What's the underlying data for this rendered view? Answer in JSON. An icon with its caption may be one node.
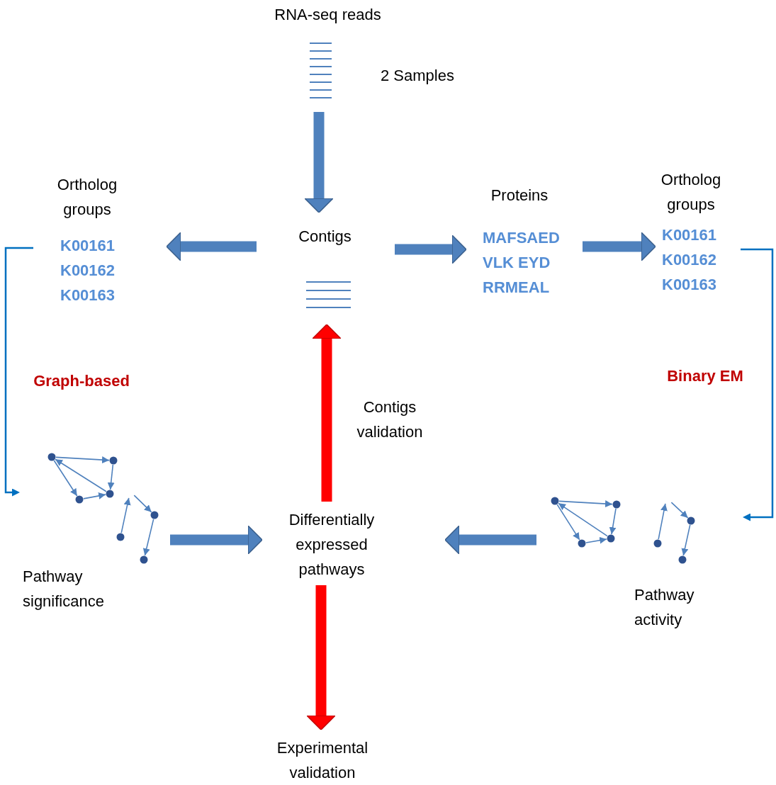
{
  "diagram": {
    "nodes": [
      {
        "text": [
          "RNA-seq reads"
        ],
        "beside": [
          "2 Samples"
        ]
      },
      {
        "text": [
          "Contigs"
        ]
      },
      {
        "text": [
          "Ortholog groups",
          "K00161",
          "K00162",
          "K00163"
        ]
      },
      {
        "text": [
          "Proteins",
          "MAFSAED",
          "VLK EYD",
          "RRMEAL"
        ]
      },
      {
        "text": [
          "Ortholog groups",
          "K00161",
          "K00162",
          "K00163"
        ]
      },
      {
        "text": [
          "Pathway significance"
        ]
      },
      {
        "text": [
          "Differentially expressed pathways"
        ]
      },
      {
        "text": [
          "Pathway activity"
        ]
      },
      {
        "text": [
          "Experimental validation"
        ]
      }
    ],
    "edges": [
      {
        "from": 0,
        "to": 1,
        "arrow": "to"
      },
      {
        "from": 1,
        "to": 2,
        "arrow": "to"
      },
      {
        "from": 1,
        "to": 3,
        "arrow": "to"
      },
      {
        "from": 3,
        "to": 4,
        "arrow": "to"
      },
      {
        "from": 2,
        "to": 5,
        "arrow": "to",
        "label": "Graph-based",
        "color": "#0070c0"
      },
      {
        "from": 4,
        "to": 7,
        "arrow": "to",
        "label": "Binary EM",
        "color": "#0070c0"
      },
      {
        "from": 5,
        "to": 6,
        "arrow": "to"
      },
      {
        "from": 7,
        "to": 6,
        "arrow": "to"
      },
      {
        "from": 6,
        "to": 1,
        "arrow": "to",
        "color": "#ff0000",
        "label": "Contigs validation"
      },
      {
        "from": 6,
        "to": 8,
        "arrow": "to",
        "color": "#ff0000"
      }
    ]
  }
}
